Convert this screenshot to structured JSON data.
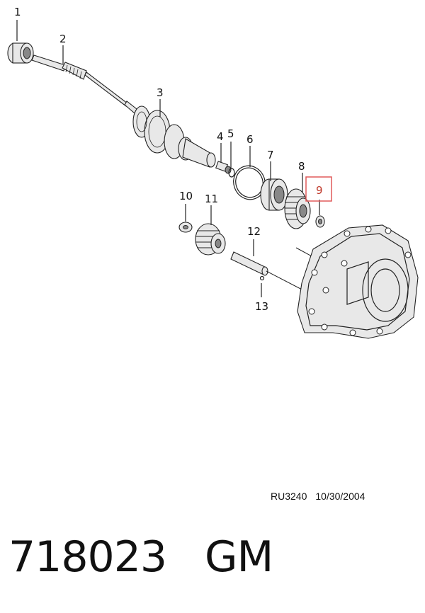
{
  "callouts": {
    "c1": "1",
    "c2": "2",
    "c3": "3",
    "c4": "4",
    "c5": "5",
    "c6": "6",
    "c7": "7",
    "c8": "8",
    "c9": "9",
    "c10": "10",
    "c11": "11",
    "c12": "12",
    "c13": "13"
  },
  "highlight_color": "#e05a5a",
  "reference": {
    "code": "RU3240",
    "date": "10/30/2004"
  },
  "footer": {
    "part_number": "718023",
    "brand": "GM"
  }
}
